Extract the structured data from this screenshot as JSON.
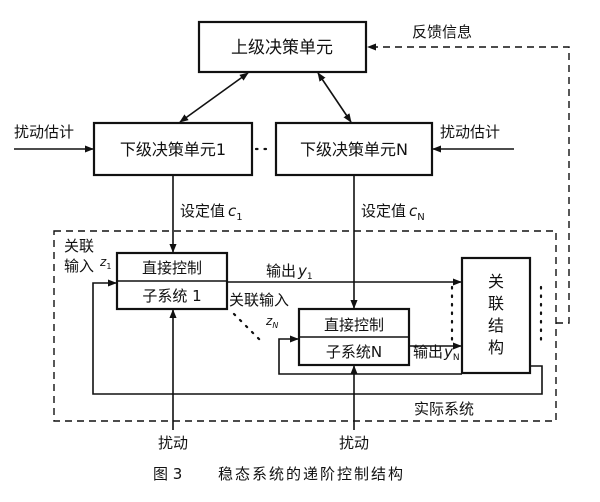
{
  "diagram": {
    "nodes": {
      "upper": "上级决策单元",
      "lower1": "下级决策单元1",
      "lowerN": "下级决策单元N",
      "direct_control": "直接控制",
      "subsystem1": "子系统 1",
      "subsystemN": "子系统N",
      "coupling_structure": "关联结构"
    },
    "labels": {
      "feedback": "反馈信息",
      "disturbance_estimate": "扰动估计",
      "setpoint": "设定值",
      "setpoint1_var": "c",
      "setpoint1_sub": "1",
      "setpointN_var": "c",
      "setpointN_sub": "N",
      "coupling_input": "关联输入",
      "coupling_input_short": "关联",
      "input": "输入",
      "z1_var": "z",
      "z1_sub": "1",
      "zN_var": "z",
      "zN_sub": "N",
      "output": "输出",
      "y1_var": "y",
      "y1_sub": "1",
      "yN_var": "y",
      "yN_sub": "N",
      "actual_system": "实际系统",
      "disturbance": "扰动"
    },
    "caption": {
      "number": "图 3",
      "text": "稳态系统的递阶控制结构"
    }
  }
}
